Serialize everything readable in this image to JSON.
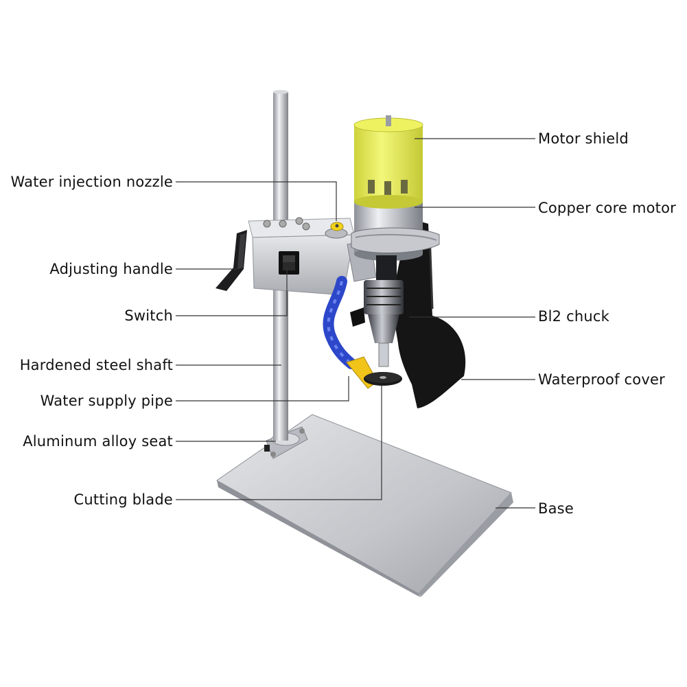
{
  "labels": {
    "motor_shield": "Motor shield",
    "copper_core_motor": "Copper core motor",
    "water_injection_nozzle": "Water injection nozzle",
    "adjusting_handle": "Adjusting handle",
    "switch": "Switch",
    "bl2_chuck": "Bl2 chuck",
    "hardened_steel_shaft": "Hardened steel shaft",
    "waterproof_cover": "Waterproof cover",
    "water_supply_pipe": "Water supply pipe",
    "aluminum_alloy_seat": "Aluminum alloy seat",
    "cutting_blade": "Cutting blade",
    "base": "Base"
  },
  "colors": {
    "motor_shield": "#e9ee4a",
    "steel": "#c9cbd0",
    "black_cover": "#151515",
    "hose_blue": "#2f4fd1",
    "nozzle_yellow": "#f2c21a",
    "leader_line": "#333333"
  }
}
